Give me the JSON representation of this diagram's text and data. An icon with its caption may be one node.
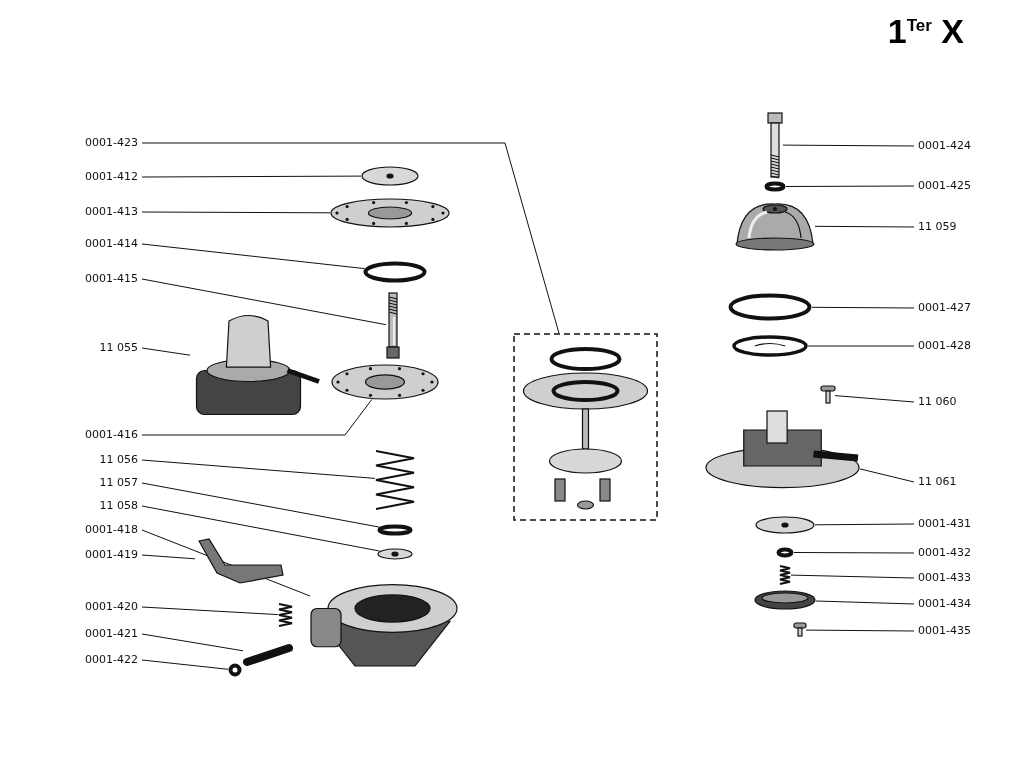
{
  "diagram": {
    "title": "1$^{Ter}$ X",
    "nodes": [
      {
        "text": [
          "0001-423"
        ]
      },
      {
        "text": [
          "0001-412"
        ]
      },
      {
        "text": [
          "0001-413"
        ]
      },
      {
        "text": [
          "0001-414"
        ]
      },
      {
        "text": [
          "0001-415"
        ]
      },
      {
        "text": [
          "11 055"
        ]
      },
      {
        "text": [
          "0001-416"
        ]
      },
      {
        "text": [
          "11 056"
        ]
      },
      {
        "text": [
          "11 057"
        ]
      },
      {
        "text": [
          "11 058"
        ]
      },
      {
        "text": [
          "0001-418"
        ]
      },
      {
        "text": [
          "0001-419"
        ]
      },
      {
        "text": [
          "0001-420"
        ]
      },
      {
        "text": [
          "0001-421"
        ]
      },
      {
        "text": [
          "0001-422"
        ]
      },
      {
        "text": [
          "0001-424"
        ]
      },
      {
        "text": [
          "0001-425"
        ]
      },
      {
        "text": [
          "11 059"
        ]
      },
      {
        "text": [
          "0001-427"
        ]
      },
      {
        "text": [
          "0001-428"
        ]
      },
      {
        "text": [
          "11 060"
        ]
      },
      {
        "text": [
          "11 061"
        ]
      },
      {
        "text": [
          "0001-431"
        ]
      },
      {
        "text": [
          "0001-432"
        ]
      },
      {
        "text": [
          "0001-433"
        ]
      },
      {
        "text": [
          "0001-434"
        ]
      },
      {
        "text": [
          "0001-435"
        ]
      },
      {
        "text": [],
        "shape": "box"
      },
      {
        "text": [],
        "shape": "picture"
      },
      {
        "text": [],
        "shape": "picture"
      },
      {
        "text": [],
        "shape": "circle"
      },
      {
        "text": [],
        "shape": "picture"
      },
      {
        "text": [],
        "shape": "picture"
      },
      {
        "text": [],
        "shape": "picture"
      },
      {
        "text": [],
        "shape": "picture"
      },
      {
        "text": [],
        "shape": "circle"
      },
      {
        "text": [],
        "shape": "picture"
      },
      {
        "text": [],
        "shape": "picture"
      },
      {
        "text": [],
        "shape": "picture"
      },
      {
        "text": [],
        "shape": "picture"
      },
      {
        "text": [],
        "shape": "picture"
      },
      {
        "text": [],
        "shape": "circle"
      },
      {
        "text": [],
        "shape": "picture"
      },
      {
        "text": [],
        "shape": "circle"
      },
      {
        "text": [],
        "shape": "picture"
      },
      {
        "text": [],
        "shape": "circle"
      },
      {
        "text": [],
        "shape": "picture"
      },
      {
        "text": [],
        "shape": "picture"
      },
      {
        "text": [],
        "shape": "picture"
      },
      {
        "text": [],
        "shape": "picture"
      },
      {
        "text": [],
        "shape": "circle"
      },
      {
        "text": [],
        "shape": "picture"
      },
      {
        "text": [],
        "shape": "picture"
      },
      {
        "text": [],
        "shape": "picture"
      }
    ],
    "edges": [
      {
        "from": 0,
        "to": 27,
        "arrow": "none"
      },
      {
        "from": 1,
        "to": 28,
        "arrow": "none"
      },
      {
        "from": 2,
        "to": 29,
        "arrow": "none"
      },
      {
        "from": 3,
        "to": 30,
        "arrow": "none"
      },
      {
        "from": 4,
        "to": 31,
        "arrow": "none"
      },
      {
        "from": 5,
        "to": 32,
        "arrow": "none"
      },
      {
        "from": 6,
        "to": 33,
        "arrow": "none"
      },
      {
        "from": 7,
        "to": 34,
        "arrow": "none"
      },
      {
        "from": 8,
        "to": 35,
        "arrow": "none"
      },
      {
        "from": 9,
        "to": 36,
        "arrow": "none"
      },
      {
        "from": 10,
        "to": 37,
        "arrow": "none"
      },
      {
        "from": 11,
        "to": 38,
        "arrow": "none"
      },
      {
        "from": 12,
        "to": 39,
        "arrow": "none"
      },
      {
        "from": 13,
        "to": 40,
        "arrow": "none"
      },
      {
        "from": 14,
        "to": 41,
        "arrow": "none"
      },
      {
        "from": 15,
        "to": 42,
        "arrow": "none"
      },
      {
        "from": 16,
        "to": 43,
        "arrow": "none"
      },
      {
        "from": 17,
        "to": 44,
        "arrow": "none"
      },
      {
        "from": 18,
        "to": 45,
        "arrow": "none"
      },
      {
        "from": 19,
        "to": 46,
        "arrow": "none"
      },
      {
        "from": 20,
        "to": 47,
        "arrow": "none"
      },
      {
        "from": 21,
        "to": 48,
        "arrow": "none"
      },
      {
        "from": 22,
        "to": 49,
        "arrow": "none"
      },
      {
        "from": 23,
        "to": 50,
        "arrow": "none"
      },
      {
        "from": 24,
        "to": 51,
        "arrow": "none"
      },
      {
        "from": 25,
        "to": 52,
        "arrow": "none"
      },
      {
        "from": 26,
        "to": 53,
        "arrow": "none"
      }
    ]
  }
}
